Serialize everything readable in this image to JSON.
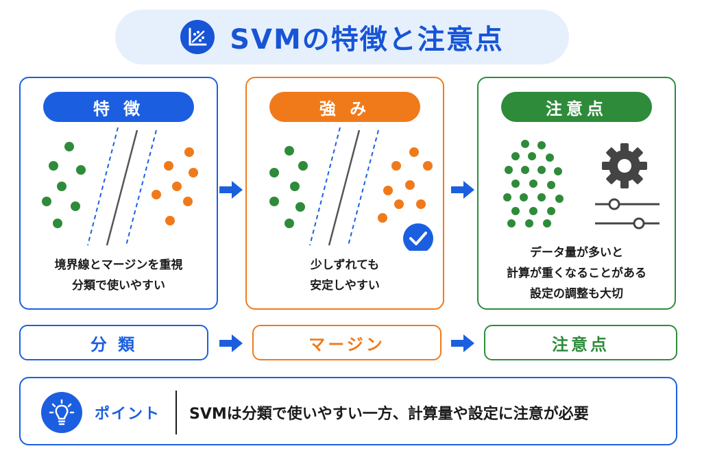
{
  "title": "SVMの特徴と注意点",
  "colors": {
    "blue": "#1b5fe0",
    "orange": "#f07a1a",
    "green": "#2e8b3a",
    "title_bg": "#e6f0fd"
  },
  "icons": {
    "title": "chart-analytics-icon",
    "check": "check-circle-icon",
    "gear": "gear-icon",
    "sliders": "slider-settings-icon",
    "bulb": "lightbulb-icon"
  },
  "cards": [
    {
      "heading": "特 徴",
      "lines": [
        "境界線とマージンを重視",
        "分類で使いやすい"
      ]
    },
    {
      "heading": "強 み",
      "lines": [
        "少しずれても",
        "安定しやすい"
      ]
    },
    {
      "heading": "注意点",
      "lines": [
        "データ量が多いと",
        "計算が重くなることがある",
        "設定の調整も大切"
      ]
    }
  ],
  "labels": [
    "分 類",
    "マージン",
    "注意点"
  ],
  "point": {
    "label": "ポイント",
    "text": "SVMは分類で使いやすい一方、計算量や設定に注意が必要"
  }
}
